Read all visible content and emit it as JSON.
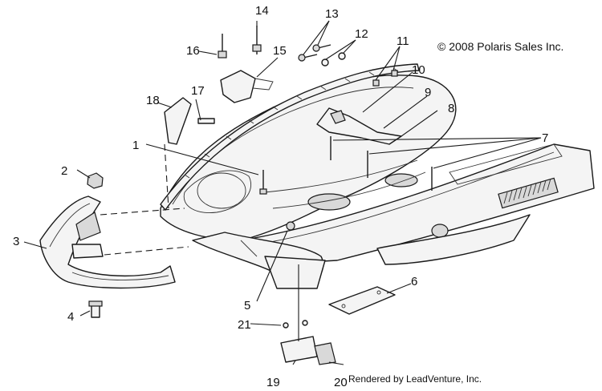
{
  "copyright": "© 2008 Polaris Sales Inc.",
  "rendered_by": "Rendered by LeadVenture, Inc.",
  "callouts": [
    {
      "id": "callout-1",
      "label": "1"
    },
    {
      "id": "callout-2",
      "label": "2"
    },
    {
      "id": "callout-3",
      "label": "3"
    },
    {
      "id": "callout-4",
      "label": "4"
    },
    {
      "id": "callout-5",
      "label": "5"
    },
    {
      "id": "callout-6",
      "label": "6"
    },
    {
      "id": "callout-7",
      "label": "7"
    },
    {
      "id": "callout-8",
      "label": "8"
    },
    {
      "id": "callout-9",
      "label": "9"
    },
    {
      "id": "callout-10",
      "label": "10"
    },
    {
      "id": "callout-11",
      "label": "11"
    },
    {
      "id": "callout-12",
      "label": "12"
    },
    {
      "id": "callout-13",
      "label": "13"
    },
    {
      "id": "callout-14",
      "label": "14"
    },
    {
      "id": "callout-15",
      "label": "15"
    },
    {
      "id": "callout-16",
      "label": "16"
    },
    {
      "id": "callout-17",
      "label": "17"
    },
    {
      "id": "callout-18",
      "label": "18"
    },
    {
      "id": "callout-19",
      "label": "19"
    },
    {
      "id": "callout-20",
      "label": "20"
    },
    {
      "id": "callout-21",
      "label": "21"
    }
  ]
}
